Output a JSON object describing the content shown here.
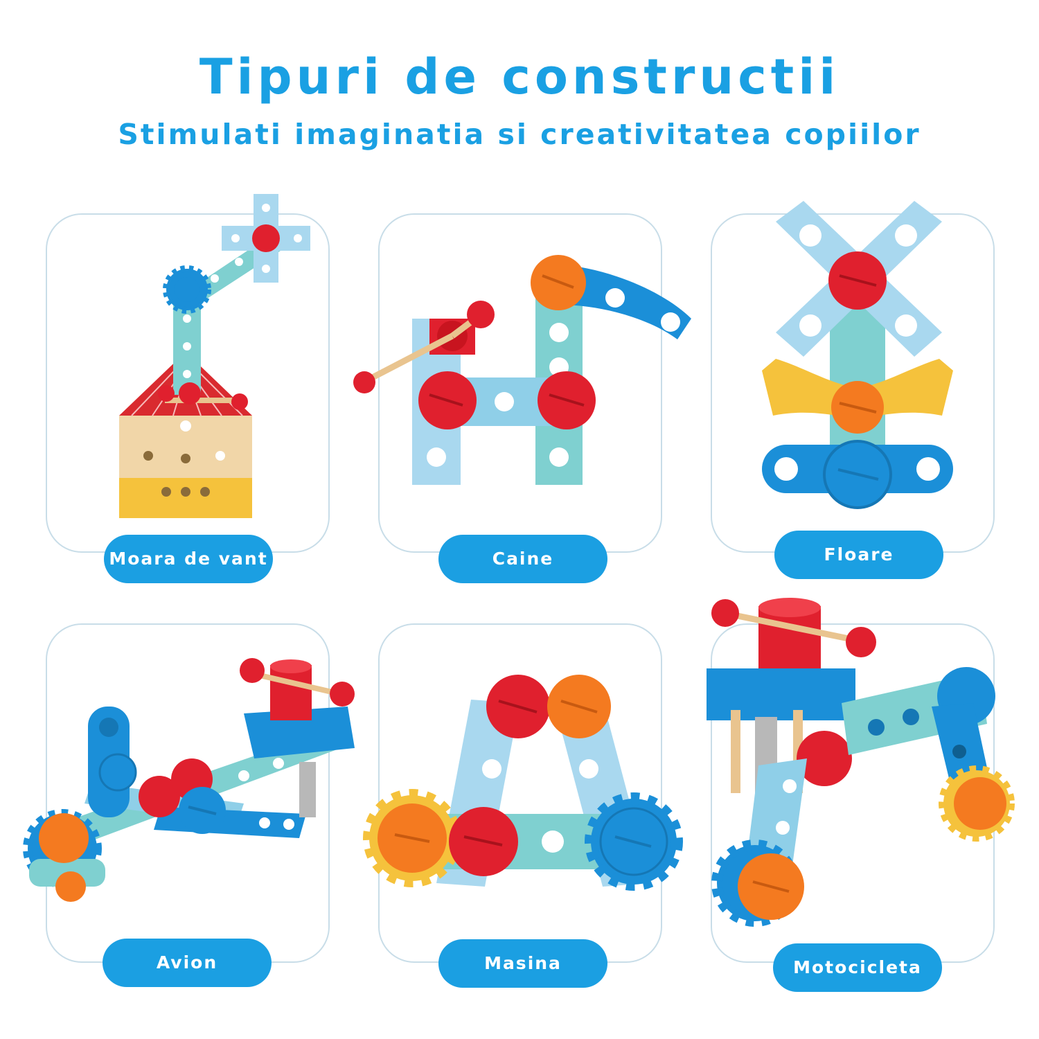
{
  "header": {
    "title": "Tipuri de constructii",
    "subtitle": "Stimulati imaginatia si creativitatea copiilor"
  },
  "cards": [
    {
      "label": "Moara de vant",
      "icon": "windmill-toy-icon"
    },
    {
      "label": "Caine",
      "icon": "dog-toy-icon"
    },
    {
      "label": "Floare",
      "icon": "flower-toy-icon"
    },
    {
      "label": "Avion",
      "icon": "airplane-toy-icon"
    },
    {
      "label": "Masina",
      "icon": "car-toy-icon"
    },
    {
      "label": "Motocicleta",
      "icon": "motorcycle-toy-icon"
    }
  ],
  "colors": {
    "accent": "#1b9fe2",
    "title": "#1aa0e3",
    "card_border": "#c8dde8",
    "bolt_red": "#e0202e",
    "bolt_orange": "#f47a20",
    "bolt_blue": "#1b8fd8",
    "gear_yellow": "#f5c23c",
    "beam_light_blue": "#8fcfe8",
    "beam_teal": "#7fd0d0"
  }
}
